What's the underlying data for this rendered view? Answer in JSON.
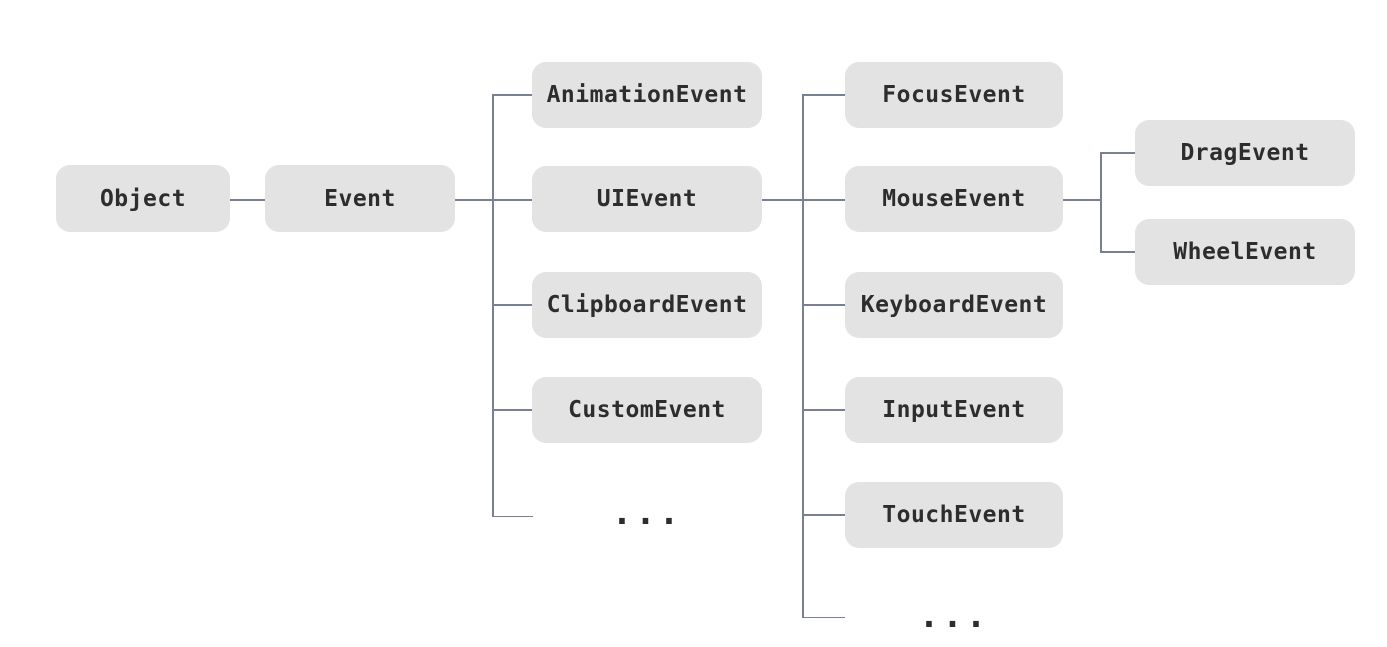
{
  "diagram": {
    "nodes": {
      "object": "Object",
      "event": "Event",
      "animation_event": "AnimationEvent",
      "ui_event": "UIEvent",
      "clipboard_event": "ClipboardEvent",
      "custom_event": "CustomEvent",
      "event_more": "...",
      "focus_event": "FocusEvent",
      "mouse_event": "MouseEvent",
      "keyboard_event": "KeyboardEvent",
      "input_event": "InputEvent",
      "touch_event": "TouchEvent",
      "ui_event_more": "...",
      "drag_event": "DragEvent",
      "wheel_event": "WheelEvent"
    },
    "colors": {
      "background": "#ffffff",
      "node_background": "#e3e3e3",
      "node_text": "#2d2d2d",
      "connector_line": "#7a8094"
    }
  }
}
